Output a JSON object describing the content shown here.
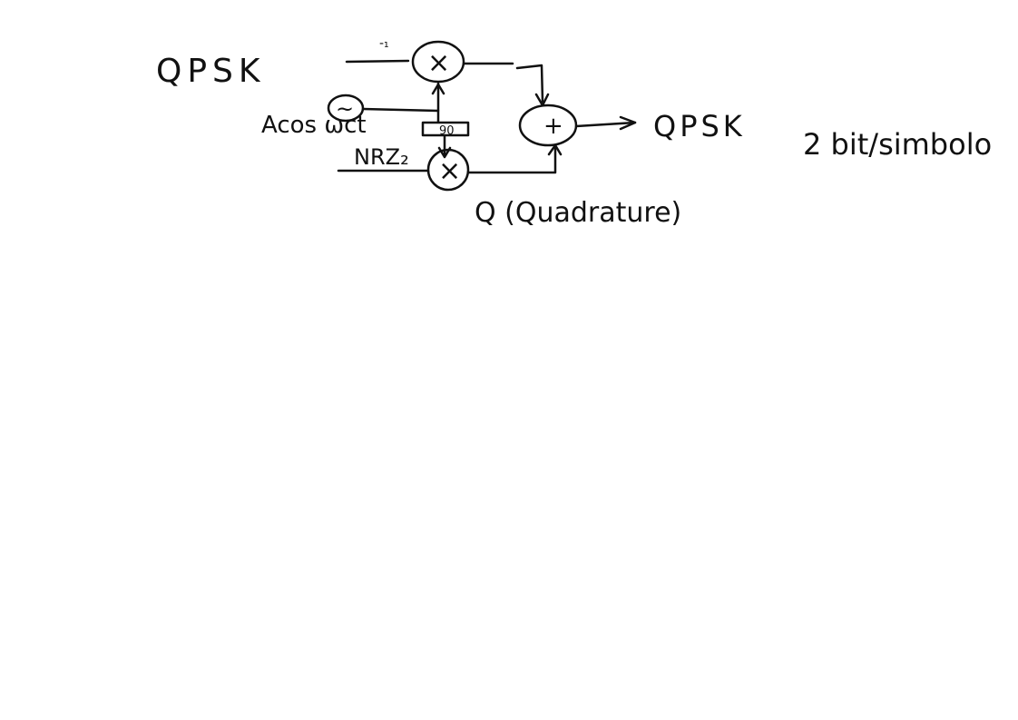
{
  "diagram": {
    "title": "QPSK",
    "oscillator_label": "Acos ωct",
    "phase_shift_label": "90",
    "input_i_label": "-₁",
    "input_q_label": "NRZ₂",
    "quadrature_label": "Q (Quadrature)",
    "output_label": "QPSK",
    "rate_label": "2 bit/simbolo",
    "multiplier_symbol": "×",
    "adder_symbol": "+",
    "oscillator_symbol": "~",
    "ink_color": "#111111",
    "background_color": "#ffffff"
  }
}
